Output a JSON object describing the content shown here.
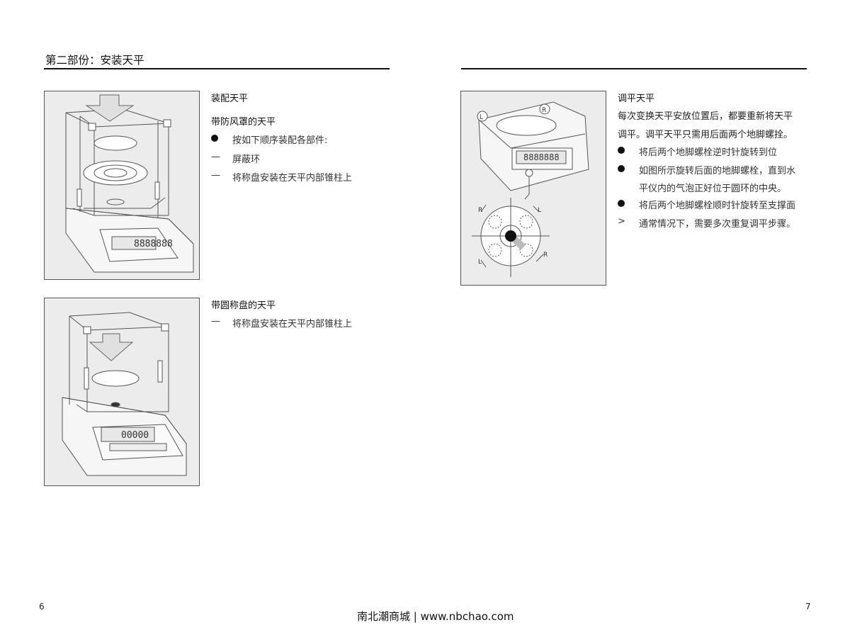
{
  "header": {
    "section_title": "第二部份：安装天平"
  },
  "left": {
    "heading": "装配天平",
    "sub1": {
      "title": "带防风罩的天平",
      "items": [
        {
          "marker": "bullet",
          "text": "按如下顺序装配各部件:"
        },
        {
          "marker": "—",
          "text": "屏蔽环"
        },
        {
          "marker": "—",
          "text": "将称盘安装在天平内部锥柱上"
        }
      ]
    },
    "sub2": {
      "title": "带圆称盘的天平",
      "items": [
        {
          "marker": "—",
          "text": "将称盘安装在天平内部锥柱上"
        }
      ]
    },
    "fig1": {
      "display_digits": "8888888"
    },
    "fig2": {
      "display_digits": "00000"
    }
  },
  "right": {
    "heading": "调平天平",
    "para_line1": "每次变换天平安放位置后，都要重新将天平",
    "para_line2": "调平。调平天平只需用后面两个地脚螺拴。",
    "items": [
      {
        "marker": "bullet",
        "text": "将后两个地脚螺栓逆时针旋转到位"
      },
      {
        "marker": "bullet",
        "text": "如图所示旋转后面的地脚螺栓，直到水"
      },
      {
        "marker": "",
        "text": "平仪内的气泡正好位于圆环的中央。"
      },
      {
        "marker": "bullet",
        "text": "将后两个地脚螺栓顺时针旋转至支撑面"
      },
      {
        "marker": ">",
        "text": "通常情况下，需要多次重复调平步骤。"
      }
    ],
    "fig3": {
      "display_digits": "8888888",
      "labels": {
        "left": "L",
        "right": "R"
      }
    }
  },
  "page_numbers": {
    "left": "6",
    "right": "7"
  },
  "footer": {
    "text": "南北潮商城 | www.nbchao.com"
  }
}
